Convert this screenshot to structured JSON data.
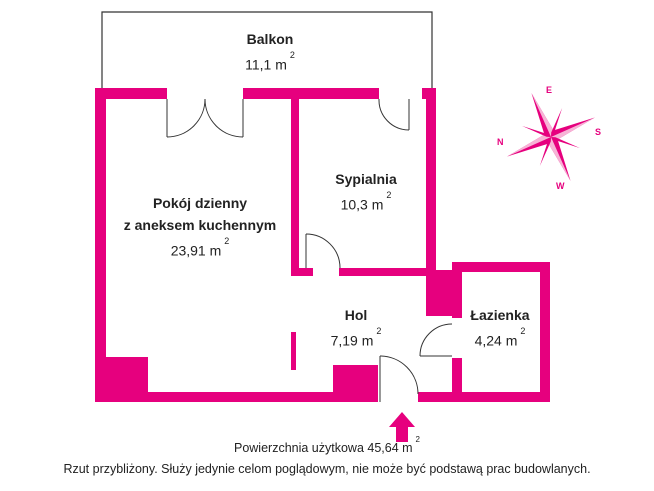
{
  "rooms": {
    "balcony": {
      "name": "Balkon",
      "area": "11,1 m",
      "exp": "2"
    },
    "living": {
      "name_line1": "Pokój dzienny",
      "name_line2": "z aneksem kuchennym",
      "area": "23,91 m",
      "exp": "2"
    },
    "bedroom": {
      "name": "Sypialnia",
      "area": "10,3 m",
      "exp": "2"
    },
    "hall": {
      "name": "Hol",
      "area": "7,19 m",
      "exp": "2"
    },
    "bathroom": {
      "name": "Łazienka",
      "area": "4,24 m",
      "exp": "2"
    }
  },
  "footer": {
    "usable_area": "Powierzchnia użytkowa 45,64 m",
    "usable_exp": "2",
    "disclaimer": "Rzut przybliżony. Służy jedynie celom poglądowym, nie może być podstawą prac budowlanych."
  },
  "compass": {
    "n": "N",
    "e": "E",
    "s": "S",
    "w": "W"
  },
  "colors": {
    "wall": "#e6007e",
    "line": "#333333",
    "background": "#ffffff"
  }
}
